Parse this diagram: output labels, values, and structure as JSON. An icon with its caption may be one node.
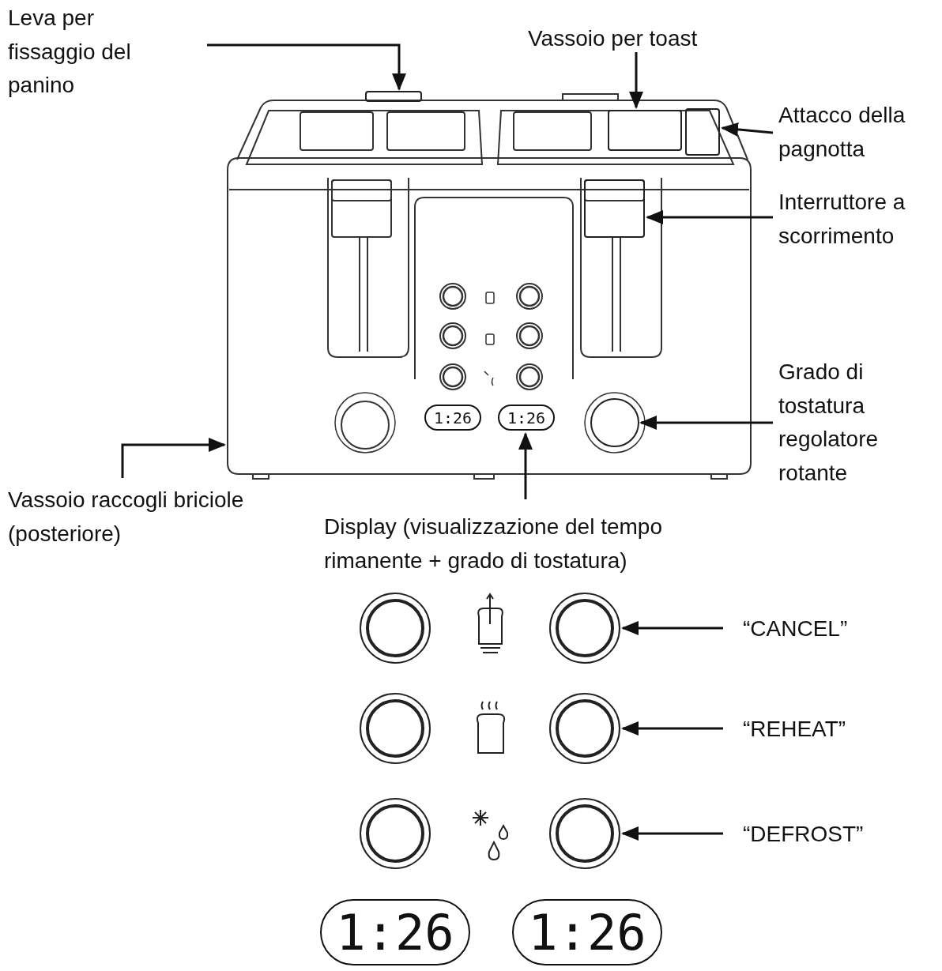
{
  "diagram": {
    "nodes": [
      {
        "text": [
          "Leva per fissaggio del panino"
        ]
      },
      {
        "text": [],
        "shape": "box"
      },
      {
        "text": [
          "Vassoio per toast"
        ]
      },
      {
        "text": [],
        "shape": "box"
      },
      {
        "text": [
          "Attacco della pagnotta"
        ]
      },
      {
        "text": [],
        "shape": "box"
      },
      {
        "text": [
          "Interruttore a scorrimento"
        ]
      },
      {
        "text": [],
        "shape": "box"
      },
      {
        "text": [
          "Grado di tostatura regolatore rotante"
        ]
      },
      {
        "text": [],
        "shape": "circle"
      },
      {
        "text": [
          "1:26"
        ]
      },
      {
        "text": [
          "1:26"
        ]
      },
      {
        "text": [
          "Vassoio raccogli briciole (posteriore)"
        ]
      },
      {
        "text": [
          "Display (visualizzazione del tempo rimanente + grado di tostatura)"
        ]
      },
      {
        "text": [],
        "shape": "circle"
      },
      {
        "text": [],
        "shape": "circle"
      },
      {
        "text": [
          "“CANCEL”"
        ]
      },
      {
        "text": [],
        "shape": "circle"
      },
      {
        "text": [],
        "shape": "circle"
      },
      {
        "text": [
          "“REHEAT”"
        ]
      },
      {
        "text": [],
        "shape": "circle"
      },
      {
        "text": [],
        "shape": "circle"
      },
      {
        "text": [
          "“DEFROST”"
        ]
      },
      {
        "text": [
          "1:26"
        ]
      },
      {
        "text": [
          "1:26"
        ]
      }
    ],
    "edges": [
      {
        "from": 0,
        "to": 1,
        "arrow": "to"
      },
      {
        "from": 2,
        "to": 3,
        "arrow": "to"
      },
      {
        "from": 4,
        "to": 5,
        "arrow": "to"
      },
      {
        "from": 6,
        "to": 7,
        "arrow": "to"
      },
      {
        "from": 8,
        "to": 9,
        "arrow": "to"
      },
      {
        "from": 12,
        "to": null,
        "arrow": "to"
      },
      {
        "from": 13,
        "to": 11,
        "arrow": "to"
      },
      {
        "from": 16,
        "to": 15,
        "arrow": "to"
      },
      {
        "from": 19,
        "to": 18,
        "arrow": "to"
      },
      {
        "from": 22,
        "to": 21,
        "arrow": "to"
      }
    ]
  }
}
